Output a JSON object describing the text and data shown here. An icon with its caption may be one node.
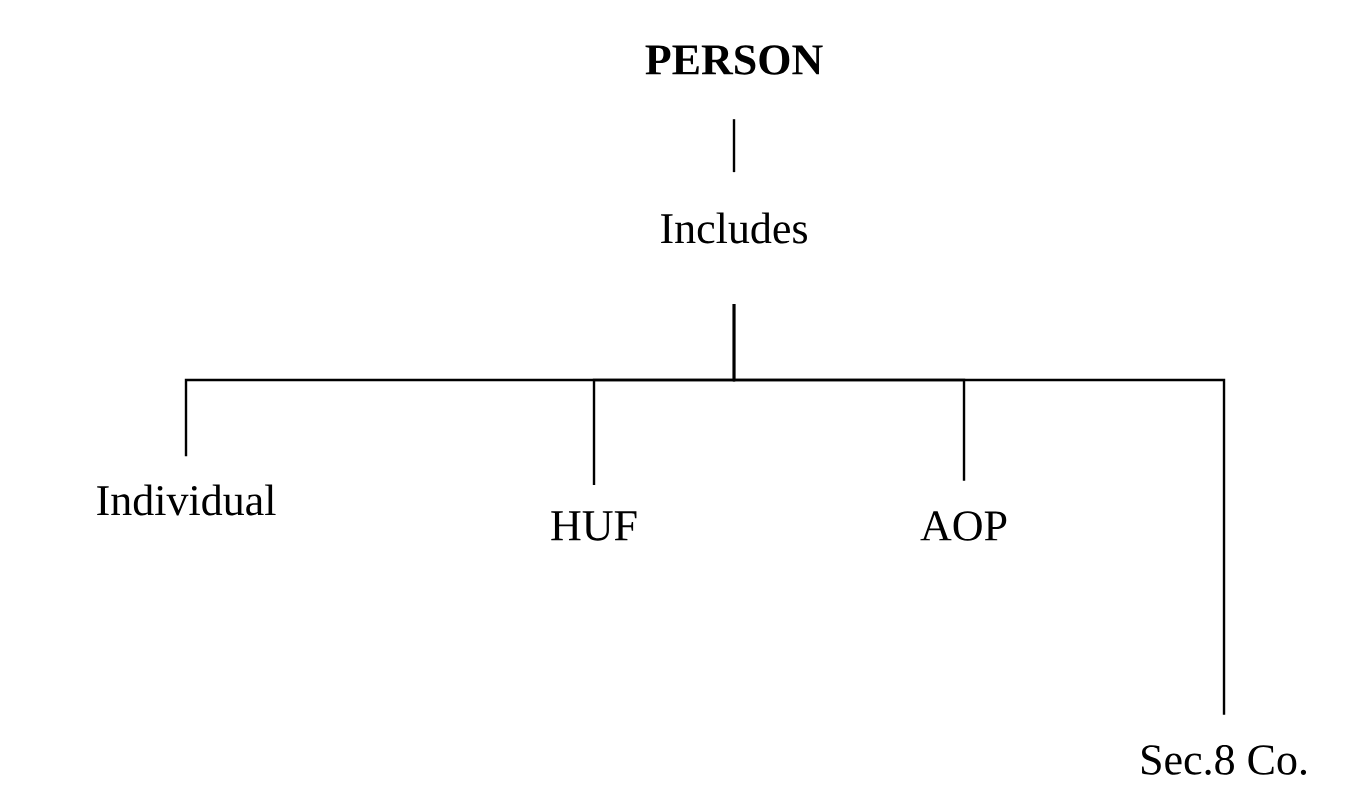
{
  "diagram": {
    "nodes": [
      {
        "text": [
          "PERSON"
        ]
      },
      {
        "text": [
          "Includes"
        ]
      },
      {
        "text": [
          "Individual"
        ]
      },
      {
        "text": [
          "HUF"
        ]
      },
      {
        "text": [
          "AOP"
        ]
      },
      {
        "text": [
          "Sec.8 Co."
        ]
      }
    ],
    "edges": [
      {
        "from": 0,
        "to": 1,
        "arrow": "none"
      },
      {
        "from": 1,
        "to": 2,
        "arrow": "none"
      },
      {
        "from": 1,
        "to": 3,
        "arrow": "none"
      },
      {
        "from": 1,
        "to": 4,
        "arrow": "none"
      },
      {
        "from": 1,
        "to": 5,
        "arrow": "none"
      }
    ]
  }
}
